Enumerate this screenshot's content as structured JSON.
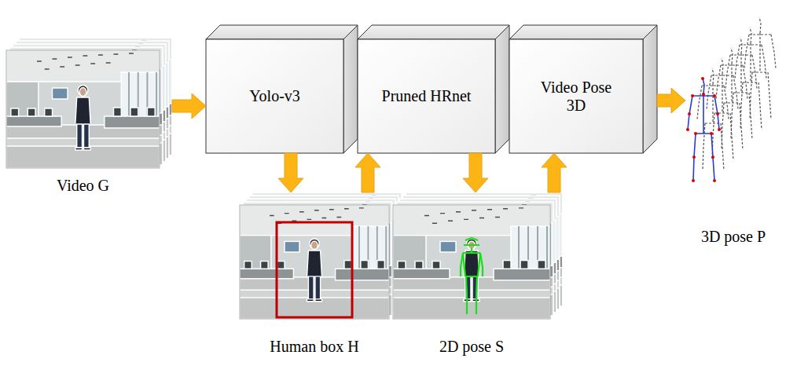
{
  "diagram": {
    "nodes": [
      {
        "text": [
          "Video G"
        ]
      },
      {
        "text": [
          "Yolo-v3"
        ]
      },
      {
        "text": [
          "Pruned HRnet"
        ]
      },
      {
        "text": [
          "Video Pose 3D"
        ]
      },
      {
        "text": [
          "Human box H"
        ]
      },
      {
        "text": [
          "2D pose S"
        ]
      },
      {
        "text": [
          "3D pose P"
        ]
      }
    ],
    "edges": [
      {
        "from": 0,
        "to": 1,
        "arrow": "to"
      },
      {
        "from": 1,
        "to": 4,
        "arrow": "to"
      },
      {
        "from": 4,
        "to": 2,
        "arrow": "to"
      },
      {
        "from": 2,
        "to": 5,
        "arrow": "to"
      },
      {
        "from": 5,
        "to": 3,
        "arrow": "to"
      },
      {
        "from": 3,
        "to": 6,
        "arrow": "to"
      }
    ]
  }
}
